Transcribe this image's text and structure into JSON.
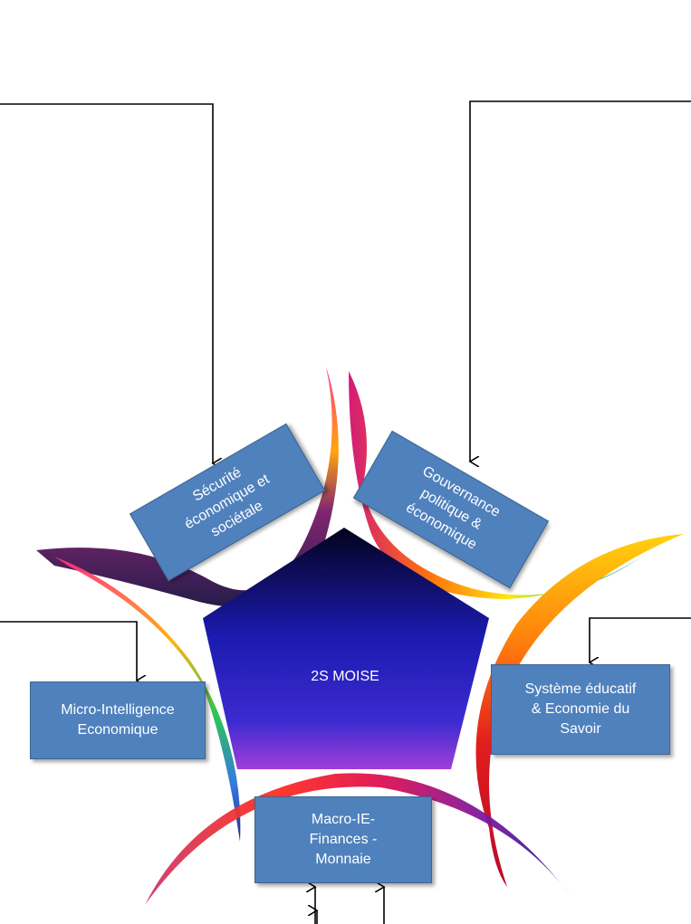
{
  "diagram": {
    "center_label": "2S MOISE",
    "boxes": {
      "securite": "Sécurité\néconomique et\nsociétale",
      "gouvernance": "Gouvernance\npolitique &\néconomique",
      "micro_ie": "Micro-Intelligence\nEconomique",
      "systeme_educatif": "Système éducatif\n& Economie du\nSavoir",
      "macro_ie": "Macro-IE-\nFinances -\nMonnaie"
    }
  },
  "colors": {
    "box_fill": "#4f81bd",
    "box_border": "#3a6591",
    "pentagon_top": "#03031c",
    "pentagon_mid": "#1c1ab0",
    "pentagon_bottom": "#a13ed8",
    "connector": "#000000"
  }
}
